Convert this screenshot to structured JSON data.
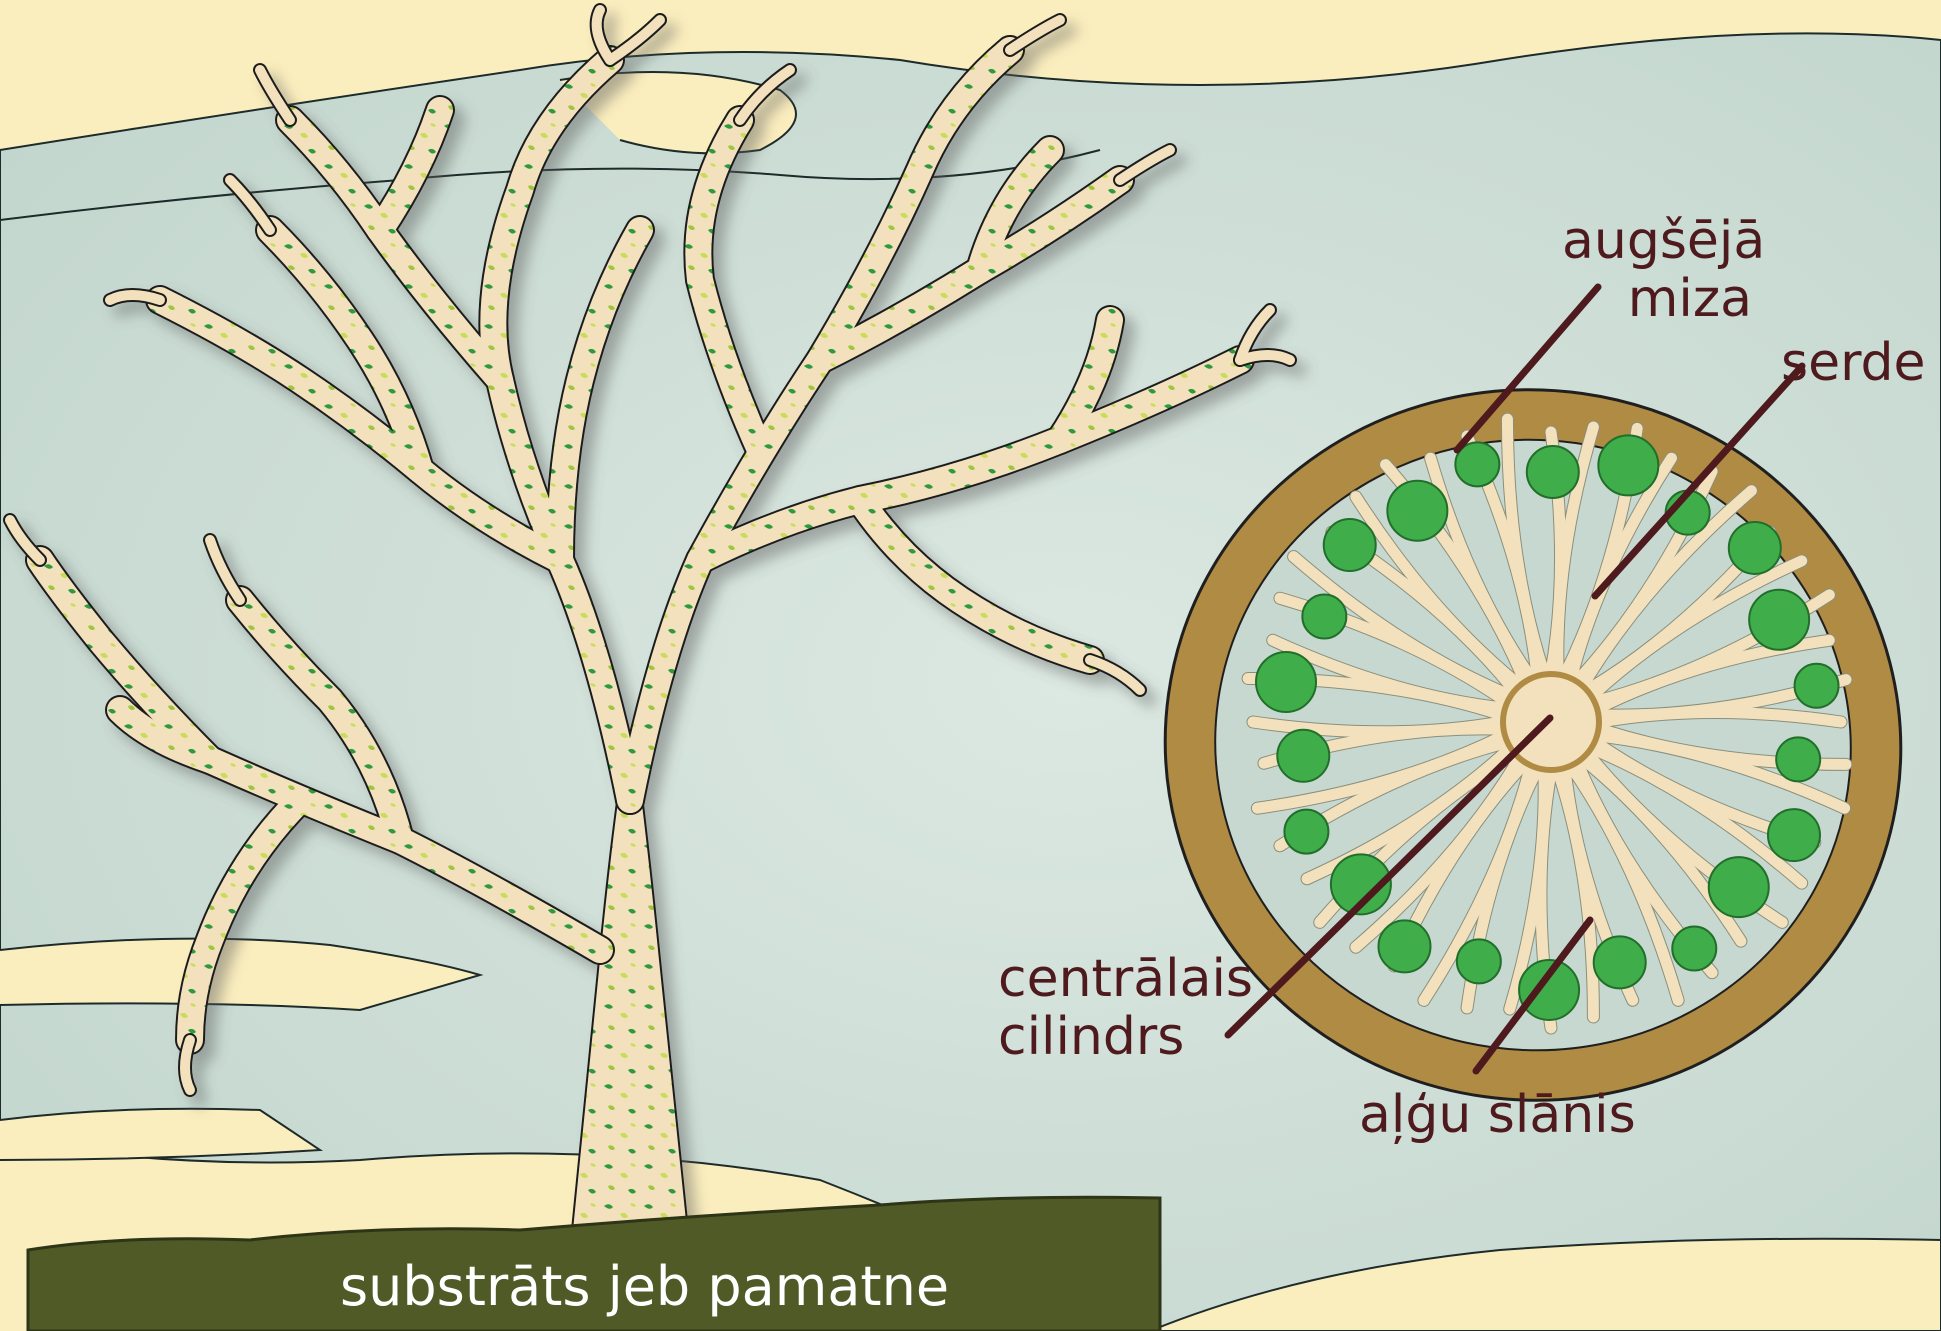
{
  "labels": {
    "upper_cortex": [
      "augšējā",
      "miza"
    ],
    "medulla": "serde",
    "central_cylinder": [
      "centrālais",
      "cilindrs"
    ],
    "algal_layer": "aļģu slānis",
    "substrate": "substrāts jeb pamatne"
  },
  "colors": {
    "background_cream": "#fbeebe",
    "background_bluegreen": "#cddfd6",
    "thallus_fill": "#f3e1bd",
    "algae_dark": "#2f9a3c",
    "algae_light": "#c8dc55",
    "cortex_brown": "#b08b44",
    "substrate": "#4f5a26",
    "leader_line": "#4e1a1e"
  }
}
